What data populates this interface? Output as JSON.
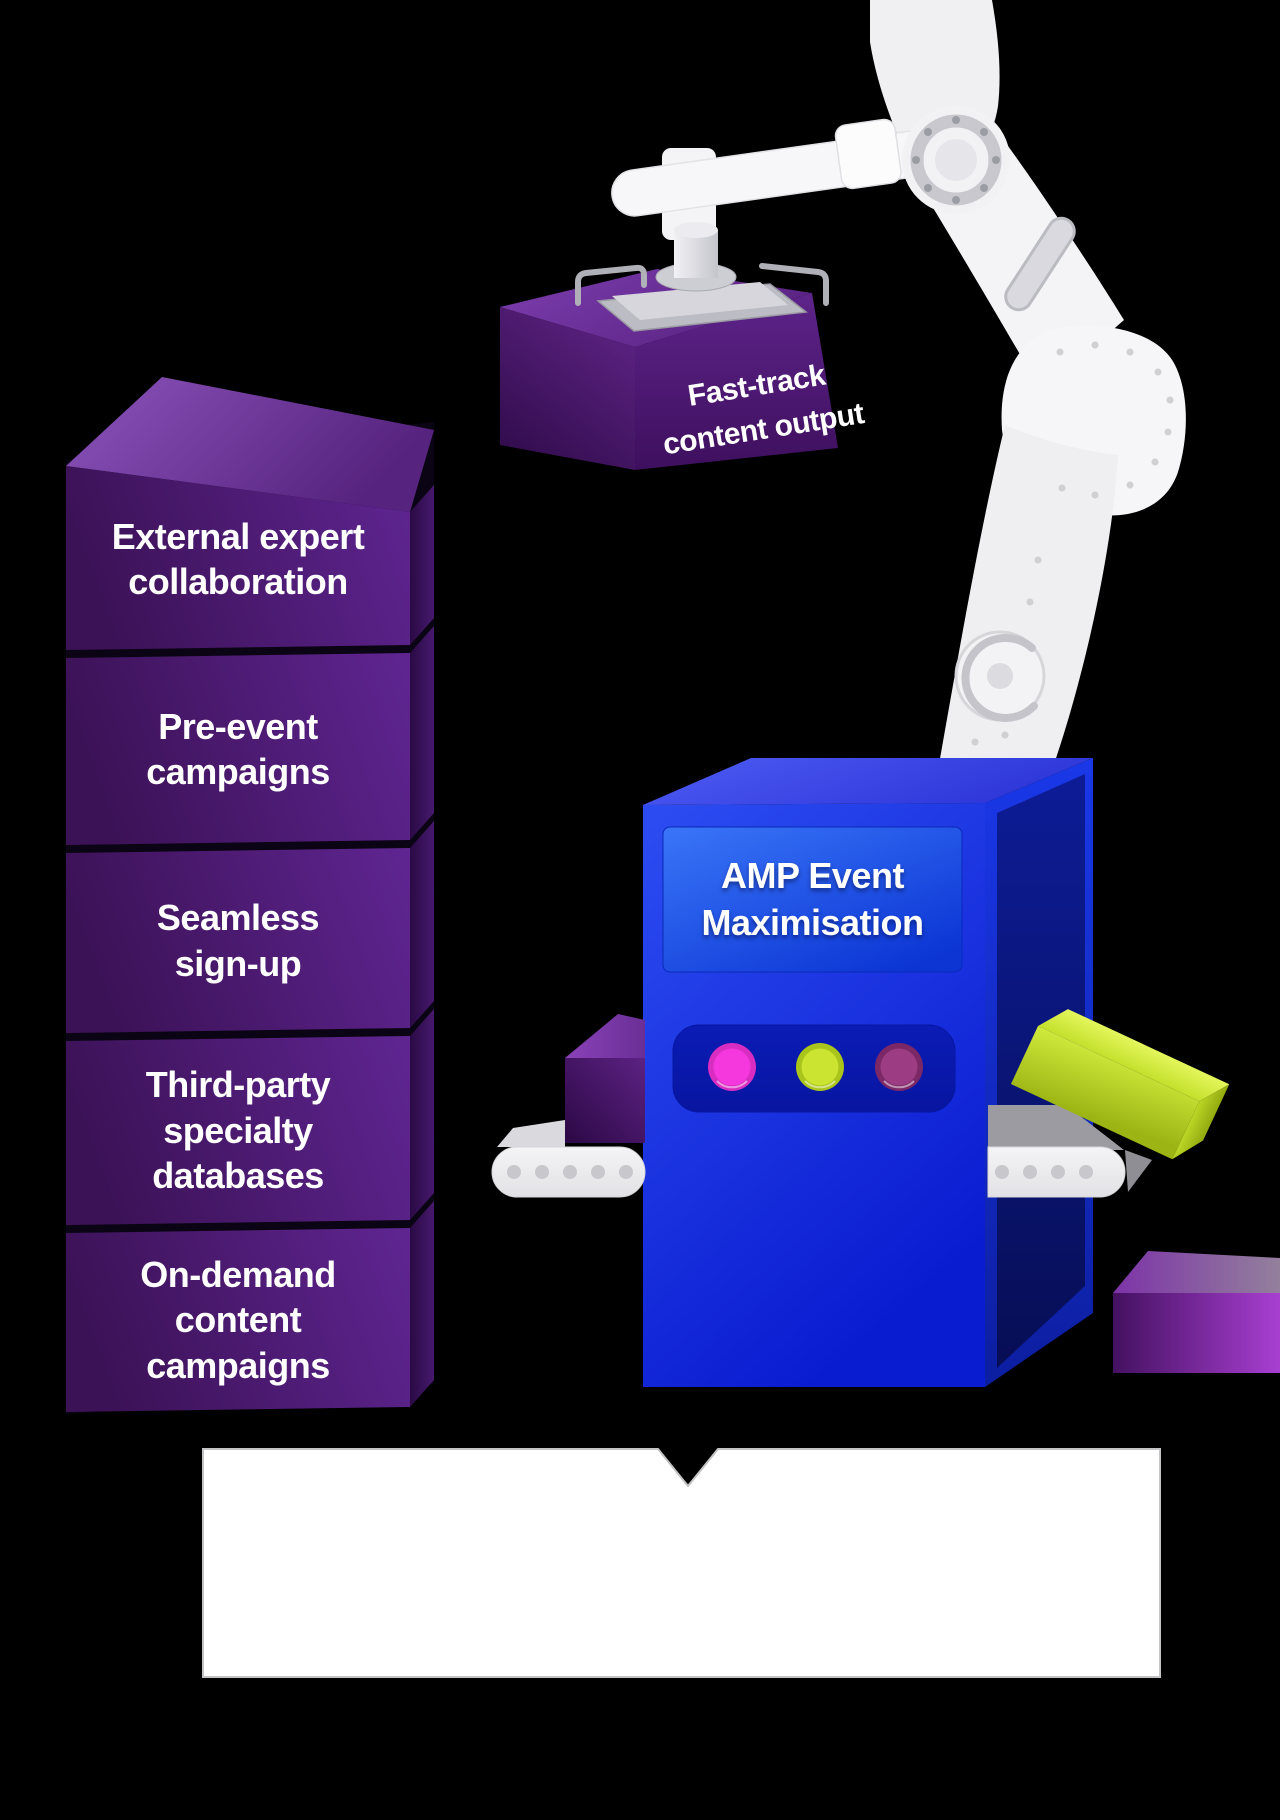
{
  "illustration": {
    "title_hint": "AMP event content machine diagram",
    "stack_blocks": [
      {
        "label": "External expert\ncollaboration"
      },
      {
        "label": "Pre-event\ncampaigns"
      },
      {
        "label": "Seamless\nsign-up"
      },
      {
        "label": "Third-party\nspecialty\ndatabases"
      },
      {
        "label": "On-demand\ncontent\ncampaigns"
      }
    ],
    "output_box": {
      "label": "Fast-track\ncontent output"
    },
    "machine": {
      "screen_label": "AMP Event\nMaximisation",
      "buttons": [
        {
          "name": "pink-button",
          "color": "#f538de",
          "ring": "#d92cc0"
        },
        {
          "name": "lime-button",
          "color": "#cbe431",
          "ring": "#a9c41a"
        },
        {
          "name": "plum-button",
          "color": "#9c3d84",
          "ring": "#7c2766"
        }
      ]
    },
    "colors": {
      "background": "#000000",
      "purple_block_front": "#4a1a70",
      "purple_block_top": "#8a4fb8",
      "machine_blue_front": "#1433e8",
      "machine_blue_side": "#0a1475",
      "lime_box": "#cbe62f",
      "conveyor_belt": "#ececee",
      "bubble": "#ffffff"
    }
  }
}
